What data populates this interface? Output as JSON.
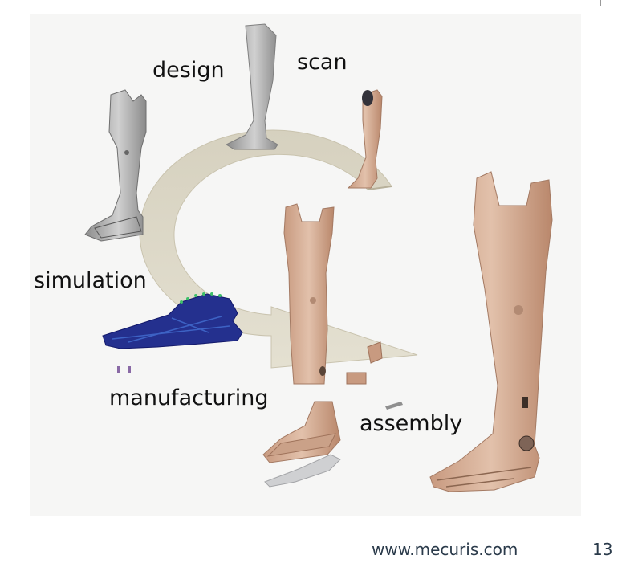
{
  "cycle": {
    "steps": [
      {
        "id": "design",
        "label": "design"
      },
      {
        "id": "scan",
        "label": "scan"
      },
      {
        "id": "simulation",
        "label": "simulation"
      },
      {
        "id": "manufacturing",
        "label": "manufacturing"
      },
      {
        "id": "assembly",
        "label": "assembly"
      }
    ],
    "arrow_color": "#d9d4c3",
    "prosthesis_color": "#d8b39c",
    "model_gray": "#9a9a9a",
    "simulation_color": "#1f2f8f"
  },
  "footer": {
    "url": "www.mecuris.com",
    "page_number": "13"
  }
}
